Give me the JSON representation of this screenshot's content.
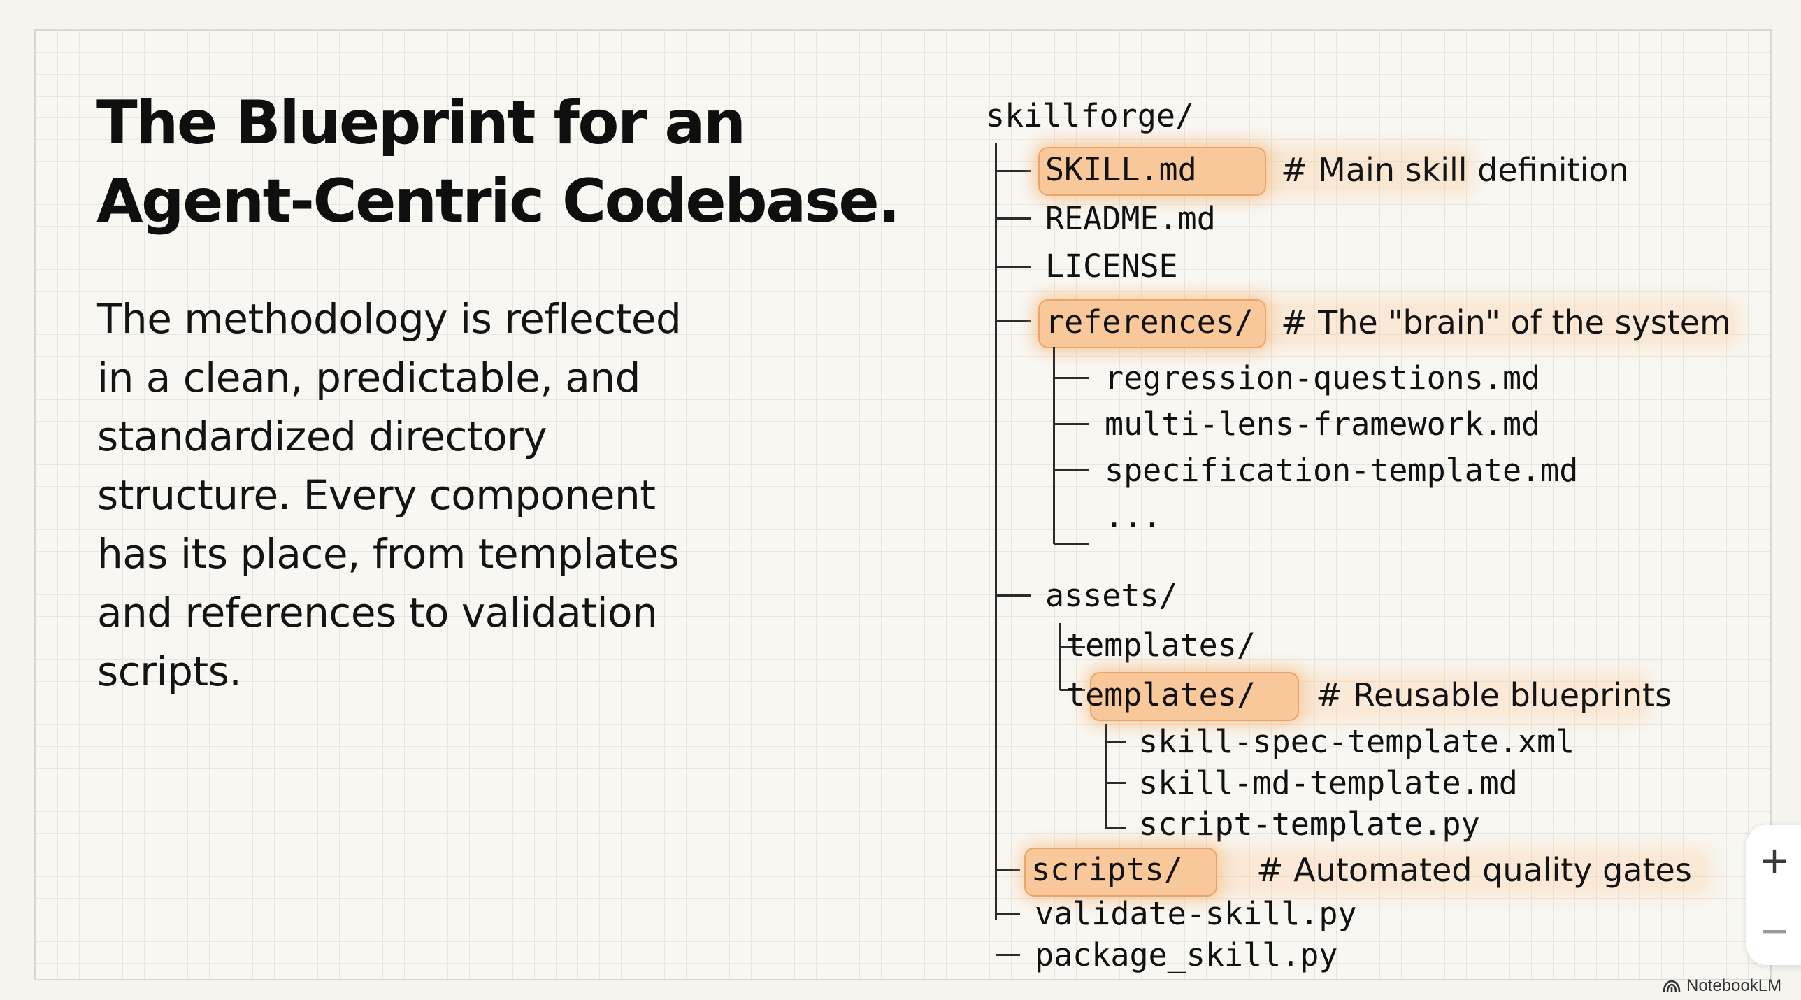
{
  "title_lines": [
    "The Blueprint for an",
    "Agent-Centric Codebase."
  ],
  "body_lines": [
    "The methodology is reflected",
    "in a clean, predictable, and",
    "standardized directory",
    "structure. Every component",
    "has its place, from templates",
    "and references to validation",
    "scripts."
  ],
  "tree": {
    "root": "skillforge/",
    "skill_md": "SKILL.md",
    "skill_md_comment": "# Main skill definition",
    "readme": "README.md",
    "license": "LICENSE",
    "references": "references/",
    "references_comment": "# The \"brain\" of the system",
    "references_children": [
      "regression-questions.md",
      "multi-lens-framework.md",
      "specification-template.md",
      "..."
    ],
    "assets": "assets/",
    "templates_a": "templates/",
    "templates_b": "templates/",
    "templates_comment": "# Reusable blueprints",
    "templates_children": [
      "skill-spec-template.xml",
      "skill-md-template.md",
      "script-template.py"
    ],
    "scripts": "scripts/",
    "scripts_comment": "# Automated quality gates",
    "scripts_children": [
      "validate-skill.py",
      "package_skill.py"
    ]
  },
  "zoom": {
    "in": "+",
    "out": "−"
  },
  "brand": "NotebookLM",
  "colors": {
    "highlight": "#f9c89a",
    "highlight_border": "#e9a46a",
    "grid": "#e8e6df",
    "background": "#f8f7f2"
  }
}
